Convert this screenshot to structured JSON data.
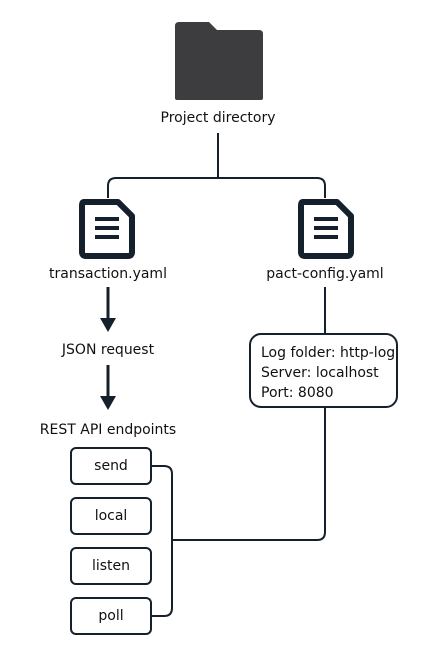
{
  "root": {
    "label": "Project directory",
    "icon": "folder-icon"
  },
  "files": [
    {
      "label": "transaction.yaml",
      "icon": "document-icon"
    },
    {
      "label": "pact-config.yaml",
      "icon": "document-icon"
    }
  ],
  "flow": {
    "json_request": "JSON request",
    "rest_api_title": "REST API endpoints"
  },
  "config": {
    "lines": [
      "Log folder: http-log",
      "Server: localhost",
      "Port: 8080"
    ]
  },
  "endpoints": [
    "send",
    "local",
    "listen",
    "poll"
  ],
  "colors": {
    "line": "#14202c",
    "folder": "#3d3d3f"
  }
}
